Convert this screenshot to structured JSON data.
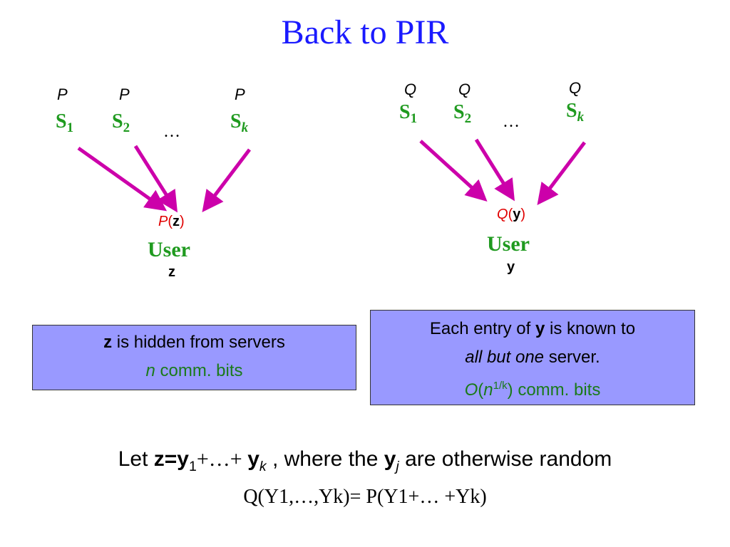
{
  "title": "Back to PIR",
  "left": {
    "labels": [
      "P",
      "P",
      "P"
    ],
    "servers": [
      {
        "base": "S",
        "sub": "1"
      },
      {
        "base": "S",
        "sub": "2"
      },
      {
        "base": "S",
        "sub": "k"
      }
    ],
    "ellipsis": "…",
    "eval_fn": "P",
    "eval_arg": "z",
    "user": "User",
    "user_var": "z",
    "box": {
      "var": "z",
      "text1": " is hidden from servers",
      "n": "n",
      "text2": " comm. bits"
    }
  },
  "right": {
    "labels": [
      "Q",
      "Q",
      "Q"
    ],
    "servers": [
      {
        "base": "S",
        "sub": "1"
      },
      {
        "base": "S",
        "sub": "2"
      },
      {
        "base": "S",
        "sub": "k"
      }
    ],
    "ellipsis": "…",
    "eval_fn": "Q",
    "eval_arg": "y",
    "user": "User",
    "user_var": "y",
    "box": {
      "line1_a": "Each entry of ",
      "line1_var": "y",
      "line1_b": " is known to",
      "line2_italic": "all but one",
      "line2_b": " server.",
      "line3_O": "O",
      "line3_n": "n",
      "line3_exp": "1/k",
      "line3_rest": ") comm. bits"
    }
  },
  "bottom": {
    "let": "Let ",
    "zy": "z=y",
    "sub1": "1",
    "mid": "+…+ ",
    "y": "y",
    "subk": "k",
    "where": " , where the ",
    "yj": "y",
    "subj": "j",
    "rest": " are otherwise random",
    "eq": "Q(Y1,…,Yk)= P(Y1+… +Yk)"
  },
  "colors": {
    "title": "#1a1aff",
    "server": "#1f9a1f",
    "arrow": "#cc00aa",
    "box": "#9999ff",
    "eval": "#e00000"
  }
}
